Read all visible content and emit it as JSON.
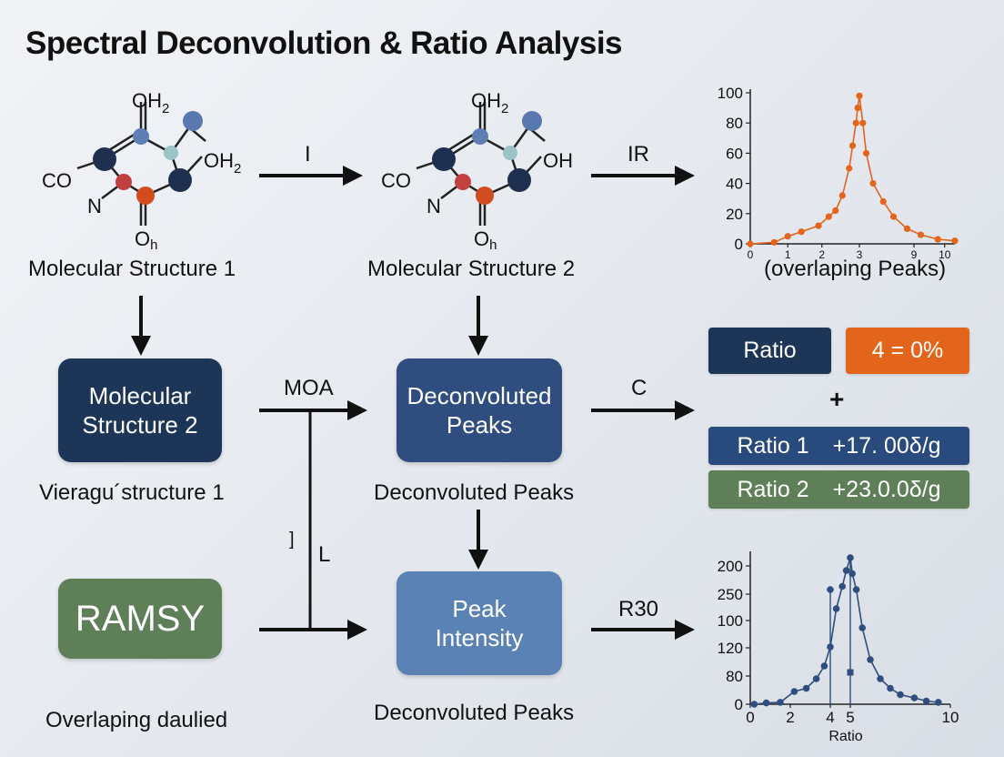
{
  "title": "Spectral Deconvolution & Ratio Analysis",
  "colors": {
    "navy": "#1d3557",
    "blue": "#2f4d7e",
    "light_blue": "#5a82b4",
    "green": "#5e7f58",
    "orange": "#e3641b",
    "ratio1_bg": "#294a7c",
    "ratio2_bg": "#5e7f58"
  },
  "molecules": {
    "m1": {
      "oh_top": "OH",
      "oh_top_sub": "2",
      "oh_right": "OH",
      "oh_right_sub": "2",
      "co": "CO",
      "n": "N",
      "o_bottom": "O",
      "o_bottom_sub": "h"
    },
    "m2": {
      "oh_top": "OH",
      "oh_top_sub": "2",
      "oh_right": "OH",
      "oh_right_sub": "",
      "co": "CO",
      "n": "N",
      "o_bottom": "O",
      "o_bottom_sub": "h"
    }
  },
  "labels": {
    "mol1": "Molecular Structure 1",
    "mol2": "Molecular Structure 2",
    "overlap": "(overlaping Peaks)",
    "viera": "Vieragu´structure 1",
    "decon1": "Deconvoluted Peaks",
    "decon2": "Deconvoluted Peaks",
    "overlap_dau": "Overlaping daulied"
  },
  "arrows": {
    "i": "I",
    "ir": "IR",
    "moa": "MOA",
    "c": "C",
    "r30": "R30",
    "bracket": "]",
    "l": "L"
  },
  "boxes": {
    "mol_struct": [
      "Molecular",
      "Structure 2"
    ],
    "decon": [
      "Deconvoluted",
      "Peaks"
    ],
    "ramsy": "RAMSY",
    "peak": [
      "Peak",
      "Intensity"
    ]
  },
  "ratio_panel": {
    "ratio_label": "Ratio",
    "ratio_value": "4 = 0%",
    "plus": "+",
    "ratio1_name": "Ratio 1",
    "ratio1_value": "+17. 00δ/g",
    "ratio2_name": "Ratio 2",
    "ratio2_value": "+23.0.0δ/g"
  },
  "chart_data": [
    {
      "type": "line",
      "title": "",
      "xlabel": "",
      "ylabel": "",
      "x_tick_labels": [
        "0",
        "1",
        "2",
        "3",
        "9",
        "10"
      ],
      "y_tick_labels": [
        "100",
        "80",
        "60",
        "40",
        "20",
        "0"
      ],
      "ylim": [
        0,
        100
      ],
      "series": [
        {
          "color": "#e3641b",
          "points": [
            [
              0.0,
              0
            ],
            [
              0.7,
              1
            ],
            [
              1.1,
              5
            ],
            [
              1.5,
              8
            ],
            [
              2.0,
              12
            ],
            [
              2.3,
              18
            ],
            [
              2.5,
              22
            ],
            [
              2.7,
              32
            ],
            [
              2.9,
              50
            ],
            [
              3.0,
              65
            ],
            [
              3.1,
              80
            ],
            [
              3.15,
              90
            ],
            [
              3.2,
              98
            ],
            [
              3.3,
              80
            ],
            [
              3.4,
              60
            ],
            [
              3.6,
              40
            ],
            [
              3.9,
              28
            ],
            [
              4.2,
              18
            ],
            [
              4.6,
              10
            ],
            [
              5.0,
              6
            ],
            [
              5.5,
              3
            ],
            [
              6.0,
              2
            ]
          ]
        }
      ]
    },
    {
      "type": "scatter",
      "title": "",
      "xlabel": "Ratio",
      "ylabel": "",
      "x_ticks": [
        0,
        2,
        4,
        5,
        10
      ],
      "x_tick_labels": [
        "0",
        "2",
        "4",
        "5",
        "10"
      ],
      "y_tick_labels": [
        "200",
        "250",
        "100",
        "120",
        "80",
        "0"
      ],
      "series": [
        {
          "color": "#2f4d7e",
          "points": [
            [
              0.2,
              0
            ],
            [
              0.8,
              2
            ],
            [
              1.5,
              3
            ],
            [
              2.2,
              20
            ],
            [
              2.8,
              25
            ],
            [
              3.3,
              40
            ],
            [
              3.7,
              60
            ],
            [
              4.0,
              90
            ],
            [
              4.3,
              150
            ],
            [
              4.6,
              185
            ],
            [
              4.8,
              210
            ],
            [
              5.0,
              230
            ],
            [
              5.1,
              205
            ],
            [
              5.3,
              180
            ],
            [
              5.6,
              120
            ],
            [
              6.0,
              70
            ],
            [
              6.5,
              40
            ],
            [
              7.0,
              25
            ],
            [
              7.5,
              15
            ],
            [
              8.2,
              10
            ],
            [
              8.8,
              5
            ],
            [
              9.4,
              3
            ]
          ]
        }
      ]
    }
  ]
}
